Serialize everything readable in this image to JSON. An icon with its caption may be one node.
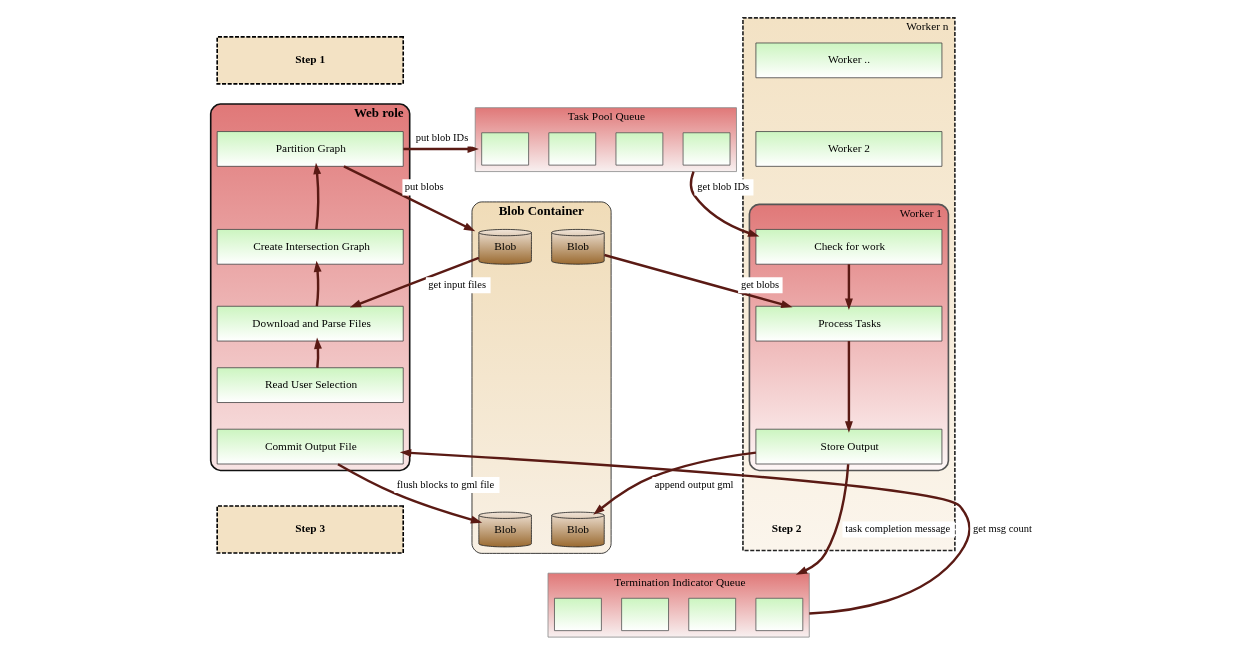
{
  "diagram": {
    "nodes": [
      {
        "text": [
          "Step 1"
        ]
      },
      {
        "text": [
          "Web role"
        ]
      },
      {
        "text": [
          "Partition Graph"
        ],
        "in": 1
      },
      {
        "text": [
          "Create Intersection Graph"
        ],
        "in": 1
      },
      {
        "text": [
          "Download and Parse Files"
        ],
        "in": 1
      },
      {
        "text": [
          "Read User Selection"
        ],
        "in": 1
      },
      {
        "text": [
          "Commit Output File"
        ],
        "in": 1
      },
      {
        "text": [
          "Step 3"
        ]
      },
      {
        "text": [
          "Task Pool Queue"
        ]
      },
      {
        "text": [],
        "shape": "box",
        "in": 8
      },
      {
        "text": [],
        "shape": "box",
        "in": 8
      },
      {
        "text": [],
        "shape": "box",
        "in": 8
      },
      {
        "text": [],
        "shape": "box",
        "in": 8
      },
      {
        "text": [
          "Blob Container"
        ]
      },
      {
        "text": [
          "Blob"
        ],
        "in": 13
      },
      {
        "text": [
          "Blob"
        ],
        "in": 13
      },
      {
        "text": [
          "Blob"
        ],
        "in": 13
      },
      {
        "text": [
          "Blob"
        ],
        "in": 13
      },
      {
        "text": [
          "Worker n"
        ],
        "beside": [
          "Step 2"
        ]
      },
      {
        "text": [
          "Worker .."
        ],
        "in": 18
      },
      {
        "text": [
          "Worker 2"
        ],
        "in": 18
      },
      {
        "text": [
          "Worker 1"
        ],
        "in": 18
      },
      {
        "text": [
          "Check for work"
        ],
        "in": 21
      },
      {
        "text": [
          "Process Tasks"
        ],
        "in": 21
      },
      {
        "text": [
          "Store Output"
        ],
        "in": 21
      },
      {
        "text": [
          "Termination Indicator Queue"
        ]
      },
      {
        "text": [],
        "shape": "box",
        "in": 25
      },
      {
        "text": [],
        "shape": "box",
        "in": 25
      },
      {
        "text": [],
        "shape": "box",
        "in": 25
      },
      {
        "text": [],
        "shape": "box",
        "in": 25
      }
    ],
    "edges": [
      {
        "from": 3,
        "to": 2,
        "arrow": "to"
      },
      {
        "from": 4,
        "to": 3,
        "arrow": "to"
      },
      {
        "from": 5,
        "to": 4,
        "arrow": "to"
      },
      {
        "from": 2,
        "to": 8,
        "arrow": "to",
        "label": "put blob IDs"
      },
      {
        "from": 2,
        "to": 13,
        "arrow": "to",
        "label": "put blobs"
      },
      {
        "from": 8,
        "to": 22,
        "arrow": "to",
        "label": "get blob IDs"
      },
      {
        "from": 14,
        "to": 4,
        "arrow": "to",
        "label": "get input files"
      },
      {
        "from": 15,
        "to": 23,
        "arrow": "to",
        "label": "get blobs"
      },
      {
        "from": 22,
        "to": 23,
        "arrow": "to"
      },
      {
        "from": 23,
        "to": 24,
        "arrow": "to"
      },
      {
        "from": 6,
        "to": 16,
        "arrow": "to",
        "label": "flush blocks to gml file"
      },
      {
        "from": 24,
        "to": 17,
        "arrow": "to",
        "label": "append output gml"
      },
      {
        "from": 24,
        "to": 25,
        "arrow": "to",
        "label": "task completion message"
      },
      {
        "from": 25,
        "to": 6,
        "arrow": "to",
        "label": "get msg count"
      }
    ]
  }
}
